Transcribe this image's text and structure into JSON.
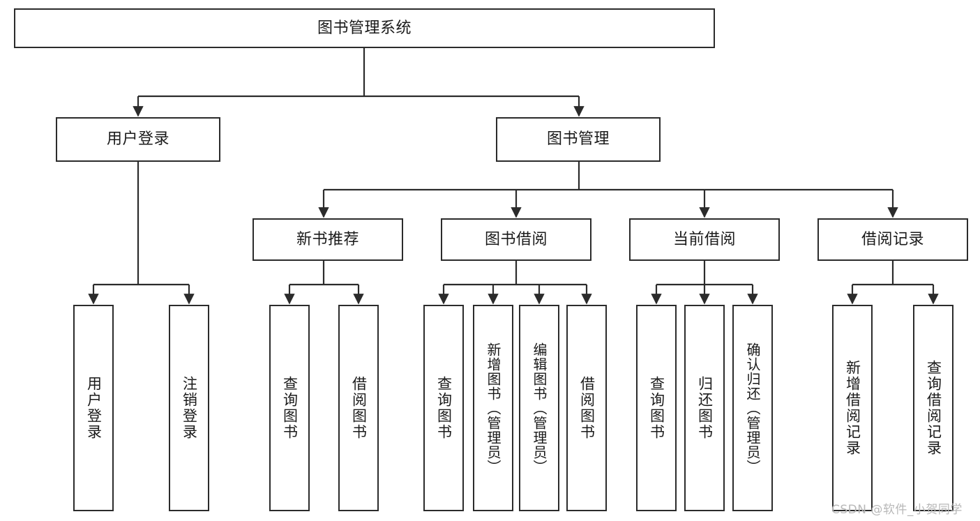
{
  "diagram": {
    "title": "图书管理系统",
    "root": {
      "id": "root",
      "label": "图书管理系统"
    },
    "level2": [
      {
        "id": "user-login",
        "label": "用户登录"
      },
      {
        "id": "book-management",
        "label": "图书管理"
      }
    ],
    "level3": [
      {
        "id": "new-book-recommend",
        "label": "新书推荐"
      },
      {
        "id": "book-borrow",
        "label": "图书借阅"
      },
      {
        "id": "current-borrow",
        "label": "当前借阅"
      },
      {
        "id": "borrow-record",
        "label": "借阅记录"
      }
    ],
    "leaves": [
      {
        "id": "leaf-user-login",
        "label": "用户登录",
        "parent": "user-login"
      },
      {
        "id": "leaf-user-logout",
        "label": "注销登录",
        "parent": "user-login"
      },
      {
        "id": "leaf-query-book-1",
        "label": "查询图书",
        "parent": "new-book-recommend"
      },
      {
        "id": "leaf-borrow-book-1",
        "label": "借阅图书",
        "parent": "new-book-recommend"
      },
      {
        "id": "leaf-query-book-2",
        "label": "查询图书",
        "parent": "book-borrow"
      },
      {
        "id": "leaf-add-book",
        "label": "新增图书（管理员）",
        "parent": "book-borrow"
      },
      {
        "id": "leaf-edit-book",
        "label": "编辑图书（管理员）",
        "parent": "book-borrow"
      },
      {
        "id": "leaf-borrow-book-2",
        "label": "借阅图书",
        "parent": "book-borrow"
      },
      {
        "id": "leaf-query-book-3",
        "label": "查询图书",
        "parent": "current-borrow"
      },
      {
        "id": "leaf-return-book",
        "label": "归还图书",
        "parent": "current-borrow"
      },
      {
        "id": "leaf-confirm-return",
        "label": "确认归还（管理员）",
        "parent": "current-borrow"
      },
      {
        "id": "leaf-add-record",
        "label": "新增借阅记录",
        "parent": "borrow-record"
      },
      {
        "id": "leaf-query-record",
        "label": "查询借阅记录",
        "parent": "borrow-record"
      }
    ]
  },
  "watermark": {
    "text": "CSDN @软件_小贺同学"
  },
  "colors": {
    "border": "#2b2b2b",
    "background": "#ffffff",
    "text": "#1a1a1a",
    "watermark": "#b8b8b8"
  }
}
